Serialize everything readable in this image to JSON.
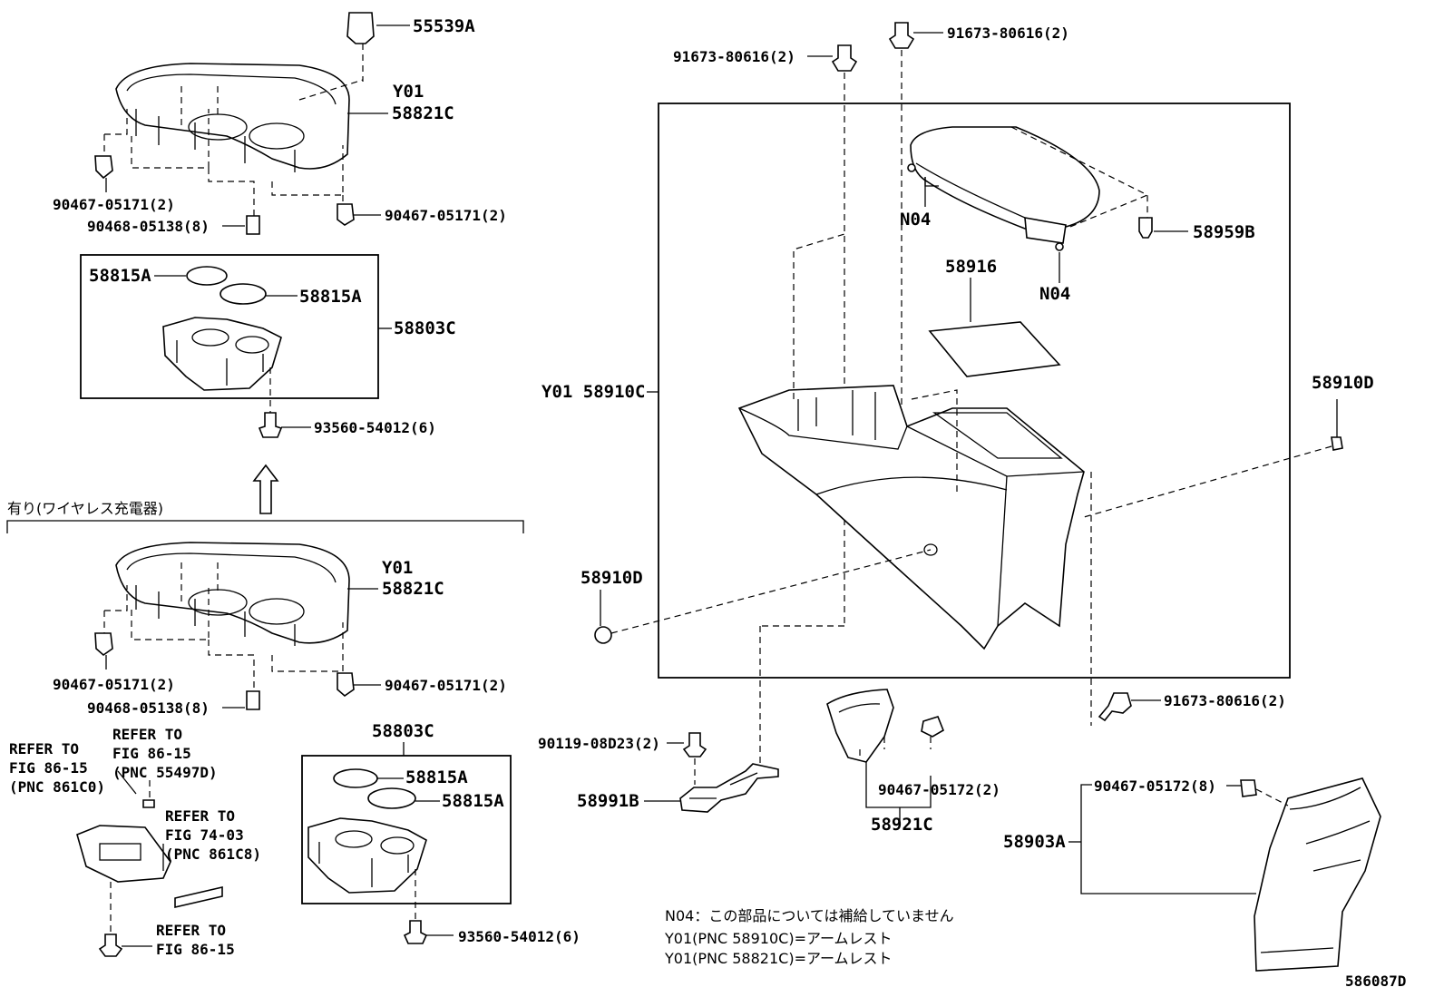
{
  "labels": {
    "p55539a": "55539A",
    "y01_top": "Y01",
    "p58821c_top": "58821C",
    "clip_top_left": "90467-05171(2)",
    "clip_top_mid": "90468-05138(8)",
    "clip_top_right": "90467-05171(2)",
    "p58815a_1": "58815A",
    "p58815a_2": "58815A",
    "p58803c_top": "58803C",
    "bolt_top": "93560-54012(6)",
    "wireless_header": "有り(ワイヤレス充電器)",
    "y01_bottom": "Y01",
    "p58821c_bottom": "58821C",
    "clip_bot_left": "90467-05171(2)",
    "clip_bot_mid": "90468-05138(8)",
    "clip_bot_right": "90467-05171(2)",
    "ref1_l1": "REFER TO",
    "ref1_l2": "FIG 86-15",
    "ref1_l3": "(PNC 861C0)",
    "ref2_l1": "REFER TO",
    "ref2_l2": "FIG 86-15",
    "ref2_l3": "(PNC 55497D)",
    "ref3_l1": "REFER TO",
    "ref3_l2": "FIG 74-03",
    "ref3_l3": "(PNC 861C8)",
    "ref4_l1": "REFER TO",
    "ref4_l2": "FIG 86-15",
    "p58803c_bottom": "58803C",
    "p58815a_3": "58815A",
    "p58815a_4": "58815A",
    "bolt_bottom": "93560-54012(6)",
    "screw_91673_a": "91673-80616(2)",
    "screw_91673_b": "91673-80616(2)",
    "screw_91673_c": "91673-80616(2)",
    "n04_a": "N04",
    "n04_b": "N04",
    "p58959b": "58959B",
    "p58916": "58916",
    "y01_58910c": "Y01 58910C",
    "p58910d_right": "58910D",
    "p58910d_left": "58910D",
    "bolt_90119": "90119-08D23(2)",
    "p58991b": "58991B",
    "clip_90467_05172_a": "90467-05172(2)",
    "p58921c": "58921C",
    "clip_90467_05172_b": "90467-05172(8)",
    "p58903a": "58903A",
    "note1": "N04：この部品については補給していません",
    "note2": "Y01(PNC 58910C)=アームレスト",
    "note3": "Y01(PNC 58821C)=アームレスト",
    "figure_id": "586087D"
  }
}
